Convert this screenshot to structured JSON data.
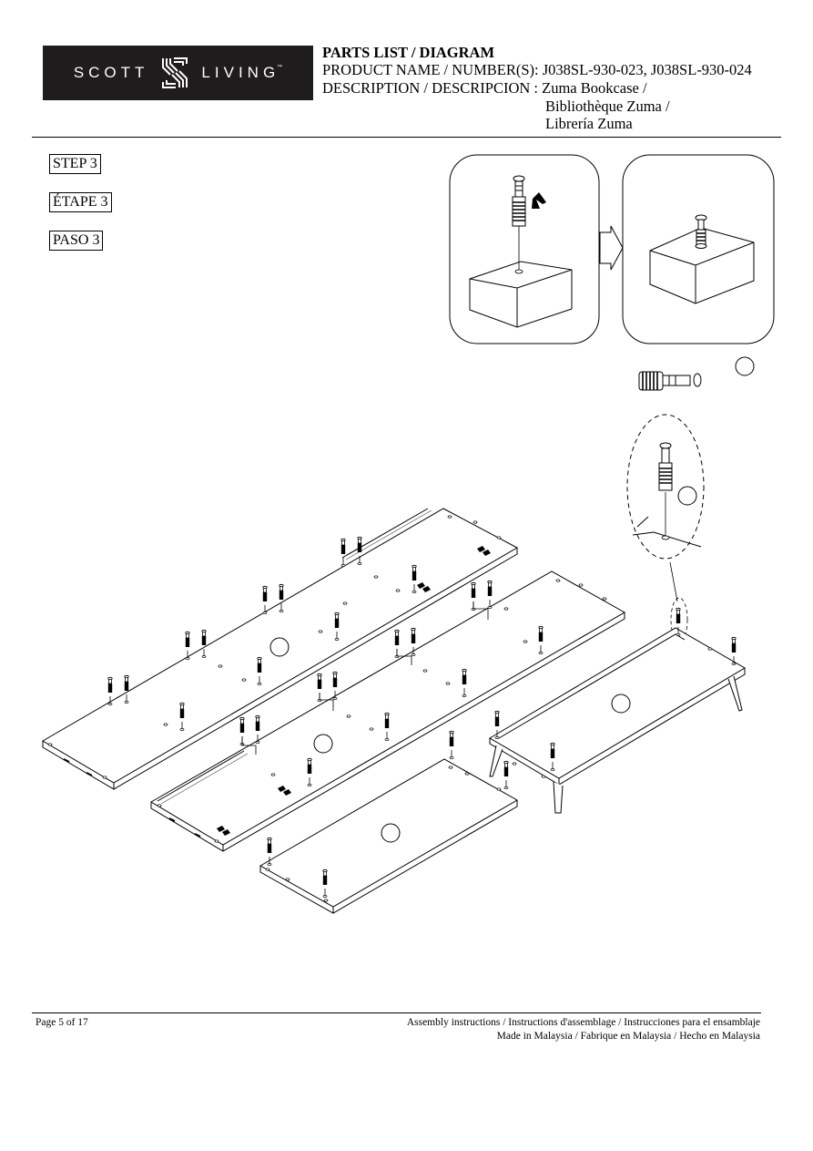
{
  "brand": {
    "left_word": "SCOTT",
    "right_word": "LIVING",
    "trademark": "™"
  },
  "header": {
    "title": "PARTS LIST / DIAGRAM",
    "product_line": "PRODUCT NAME / NUMBER(S): J038SL-930-023, J038SL-930-024",
    "description_line": "DESCRIPTION / DESCRIPCION : Zuma Bookcase /",
    "description_fr": "Bibliothèque Zuma /",
    "description_es": "Librería Zuma"
  },
  "steps": {
    "en": "STEP 3",
    "fr": "ÉTAPE 3",
    "es": "PASO 3"
  },
  "footer": {
    "page": "Page 5 of 17",
    "instructions": "Assembly instructions / Instructions d'assemblage / Instrucciones para el ensamblaje",
    "made_in": "Made in Malaysia / Fabrique en Malaysia / Hecho en Malaysia"
  },
  "icons": {
    "logo": "scott-living-stripes-mark",
    "fastener": "cam-bolt-dowel-icon",
    "arrow": "next-step-arrow-icon"
  },
  "colors": {
    "logo_background": "#1e1c1d",
    "line": "#000000"
  }
}
